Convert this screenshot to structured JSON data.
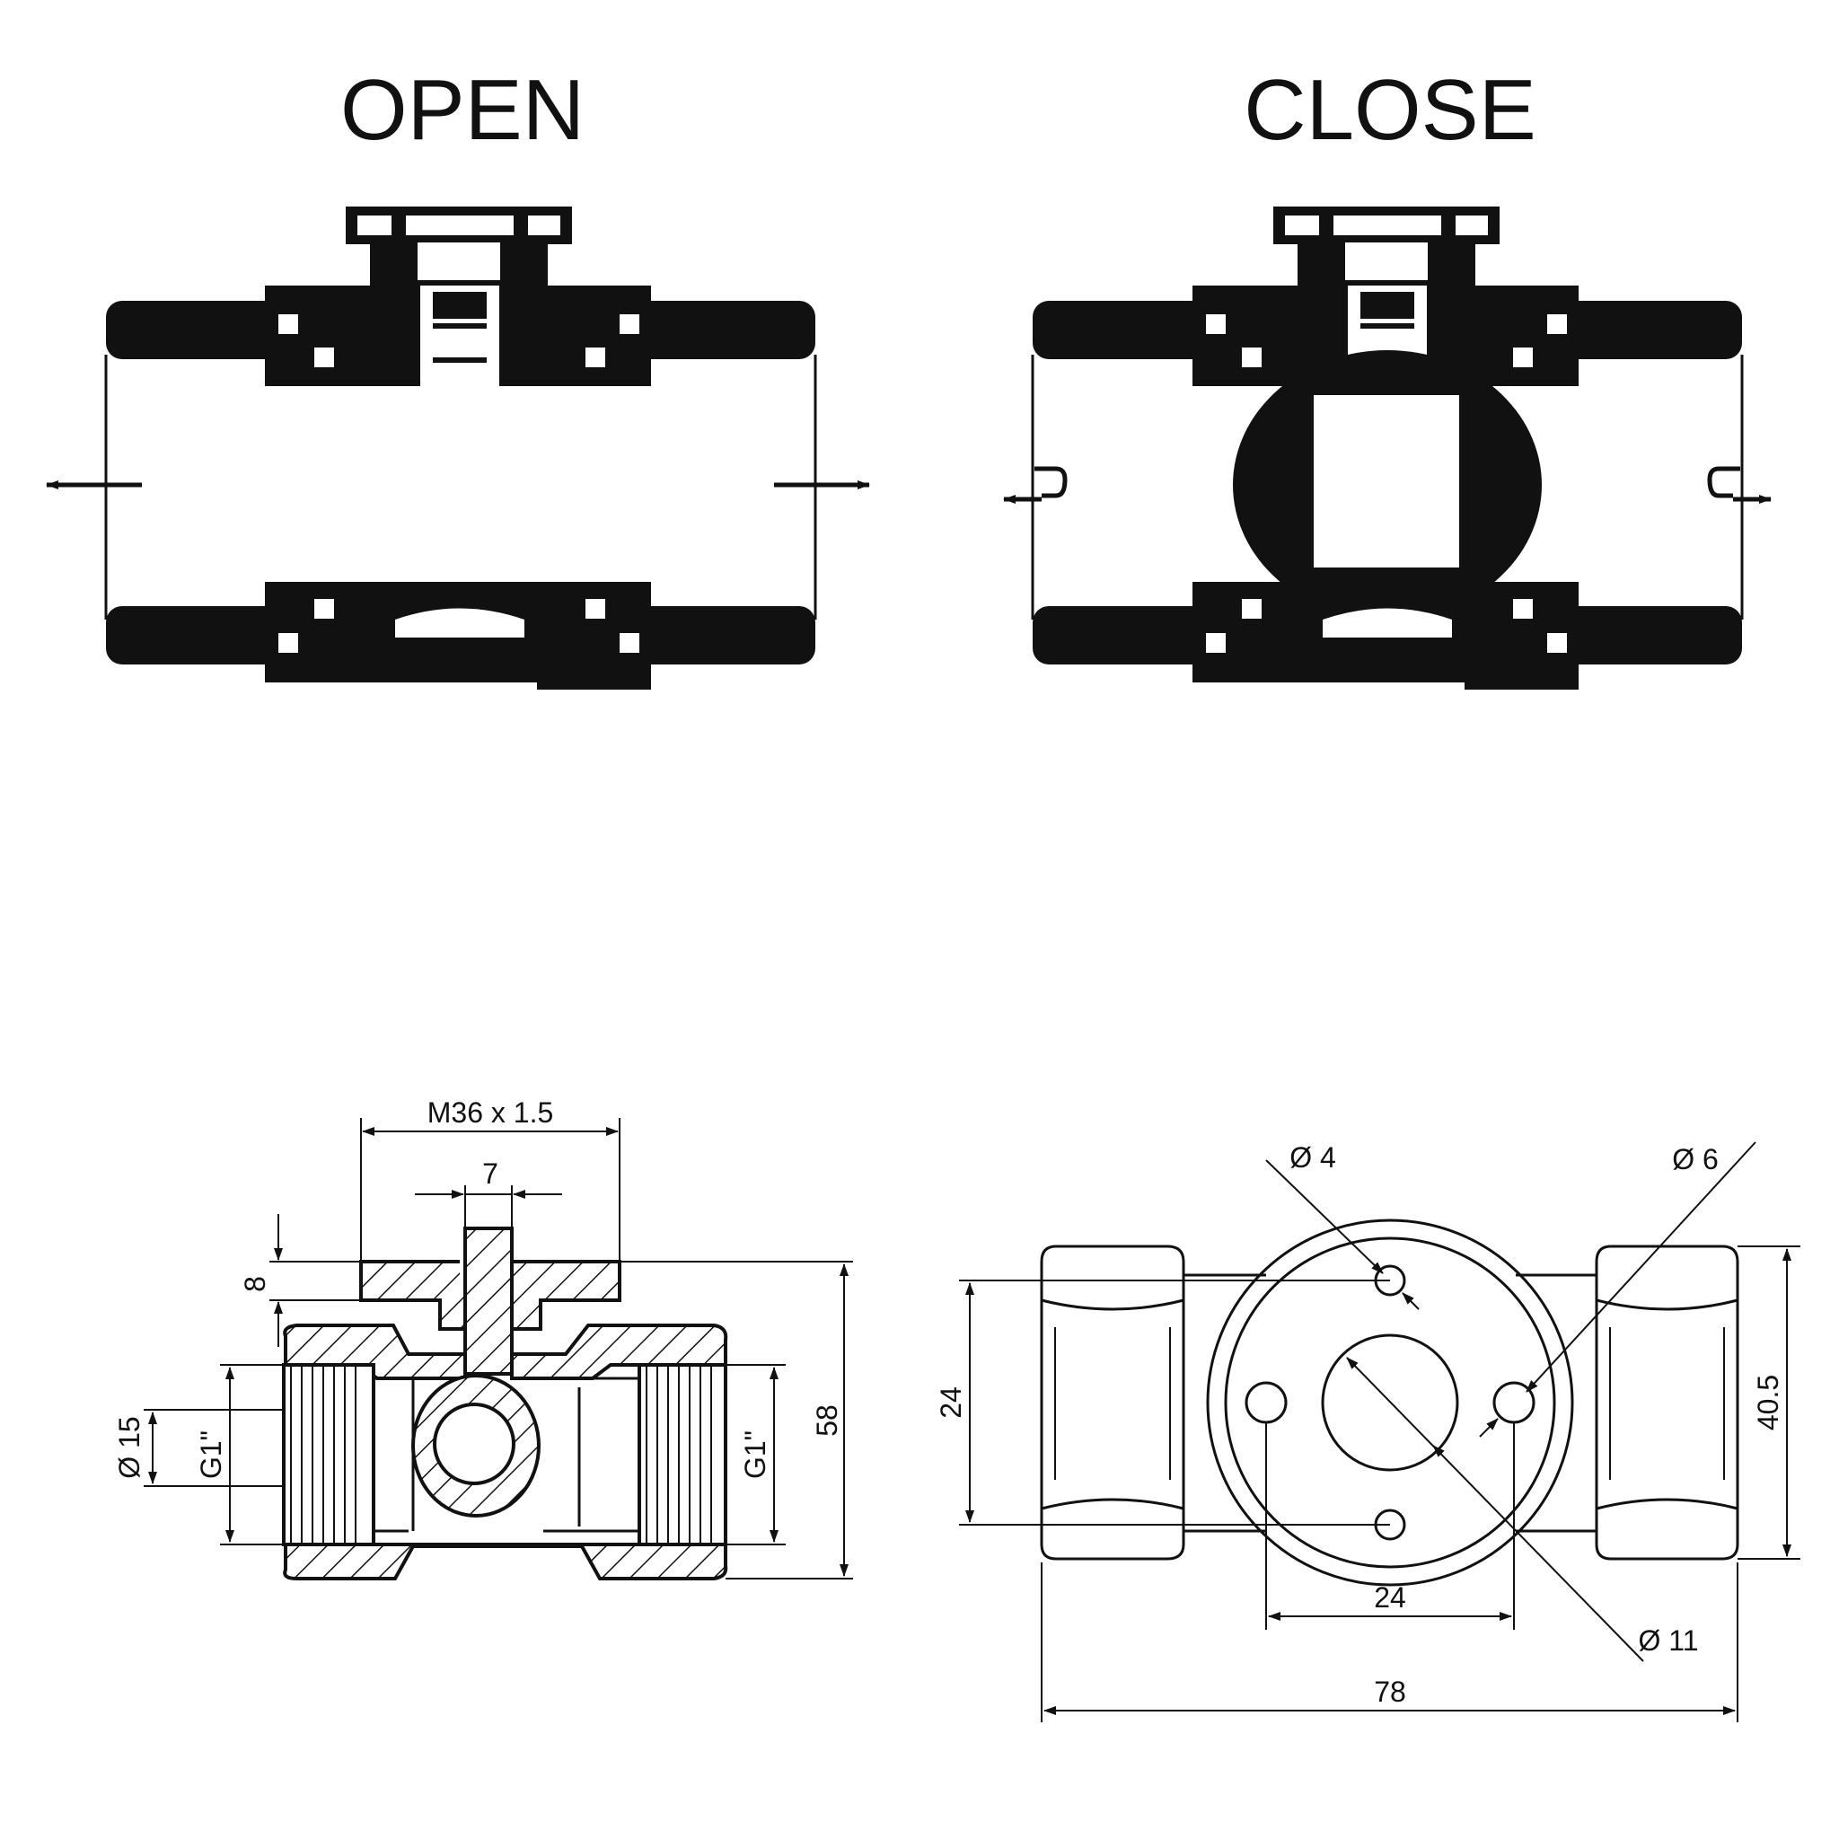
{
  "diagram_title": "",
  "labels": {
    "open": "OPEN",
    "close": "CLOSE"
  },
  "section_dims": {
    "thread_top": "M36 x 1.5",
    "stem": "7",
    "flange": "8",
    "bore": "Ø 15",
    "port_left": "G1\"",
    "port_right": "G1\"",
    "height": "58"
  },
  "top_dims": {
    "hole_small": "Ø 4",
    "hole_medium": "Ø 6",
    "vertical_spacing": "24",
    "horizontal_spacing": "24",
    "center_bore": "Ø 11",
    "body_height": "40.5",
    "length": "78"
  },
  "colors": {
    "ink": "#111111",
    "paper": "#ffffff"
  }
}
